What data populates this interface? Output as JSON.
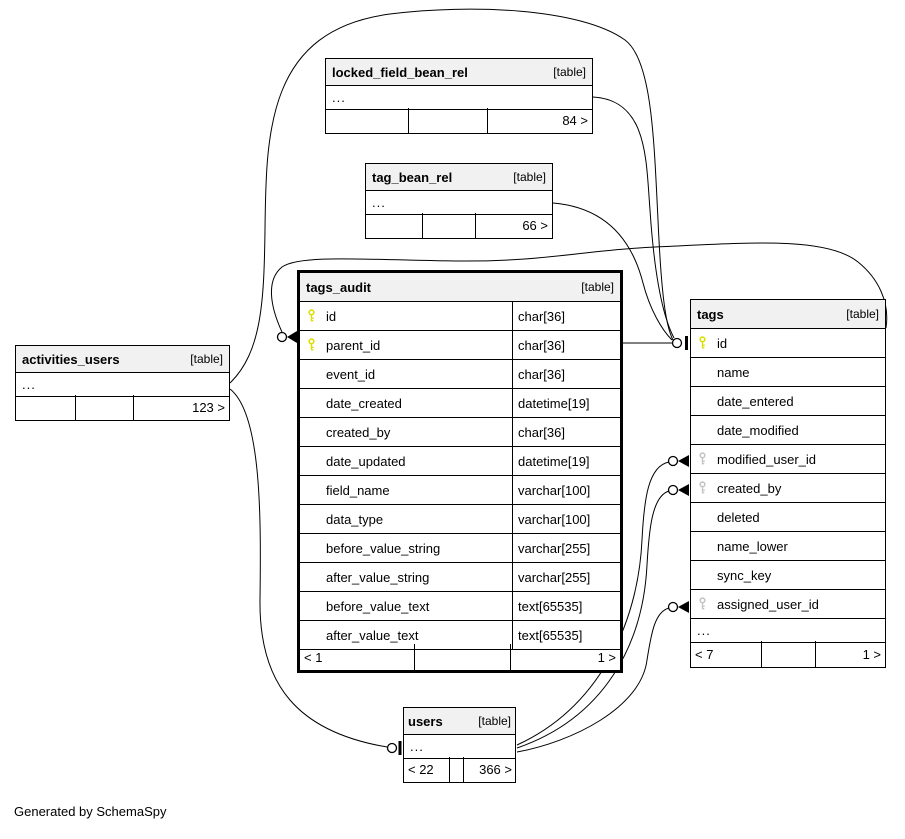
{
  "page": {
    "generated_note": "Generated by SchemaSpy"
  },
  "colors": {
    "header_bg": "#f1f1f1",
    "border": "#000000",
    "primary_key": "#dddd00",
    "foreign_key": "#c4c4c4"
  },
  "tables": {
    "locked_field_bean_rel": {
      "title": "locked_field_bean_rel",
      "badge": "[table]",
      "ellipsis": "...",
      "footer": {
        "left": "",
        "mid": "",
        "right": "84 >"
      }
    },
    "tag_bean_rel": {
      "title": "tag_bean_rel",
      "badge": "[table]",
      "ellipsis": "...",
      "footer": {
        "left": "",
        "mid": "",
        "right": "66 >"
      }
    },
    "activities_users": {
      "title": "activities_users",
      "badge": "[table]",
      "ellipsis": "...",
      "footer": {
        "left": "",
        "mid": "",
        "right": "123 >"
      }
    },
    "users": {
      "title": "users",
      "badge": "[table]",
      "ellipsis": "...",
      "footer": {
        "left": "< 22",
        "mid": "",
        "right": "366 >"
      }
    },
    "tags_audit": {
      "title": "tags_audit",
      "badge": "[table]",
      "columns": [
        {
          "name": "id",
          "type": "char[36]",
          "key": "pk"
        },
        {
          "name": "parent_id",
          "type": "char[36]",
          "key": "pk"
        },
        {
          "name": "event_id",
          "type": "char[36]",
          "key": ""
        },
        {
          "name": "date_created",
          "type": "datetime[19]",
          "key": ""
        },
        {
          "name": "created_by",
          "type": "char[36]",
          "key": ""
        },
        {
          "name": "date_updated",
          "type": "datetime[19]",
          "key": ""
        },
        {
          "name": "field_name",
          "type": "varchar[100]",
          "key": ""
        },
        {
          "name": "data_type",
          "type": "varchar[100]",
          "key": ""
        },
        {
          "name": "before_value_string",
          "type": "varchar[255]",
          "key": ""
        },
        {
          "name": "after_value_string",
          "type": "varchar[255]",
          "key": ""
        },
        {
          "name": "before_value_text",
          "type": "text[65535]",
          "key": ""
        },
        {
          "name": "after_value_text",
          "type": "text[65535]",
          "key": ""
        }
      ],
      "footer": {
        "left": "< 1",
        "mid": "",
        "right": "1 >"
      }
    },
    "tags": {
      "title": "tags",
      "badge": "[table]",
      "ellipsis": "...",
      "columns": [
        {
          "name": "id",
          "key": "pk"
        },
        {
          "name": "name",
          "key": ""
        },
        {
          "name": "date_entered",
          "key": ""
        },
        {
          "name": "date_modified",
          "key": ""
        },
        {
          "name": "modified_user_id",
          "key": "fk"
        },
        {
          "name": "created_by",
          "key": "fk"
        },
        {
          "name": "deleted",
          "key": ""
        },
        {
          "name": "name_lower",
          "key": ""
        },
        {
          "name": "sync_key",
          "key": ""
        },
        {
          "name": "assigned_user_id",
          "key": "fk"
        }
      ],
      "footer": {
        "left": "< 7",
        "mid": "",
        "right": "1 >"
      }
    }
  }
}
